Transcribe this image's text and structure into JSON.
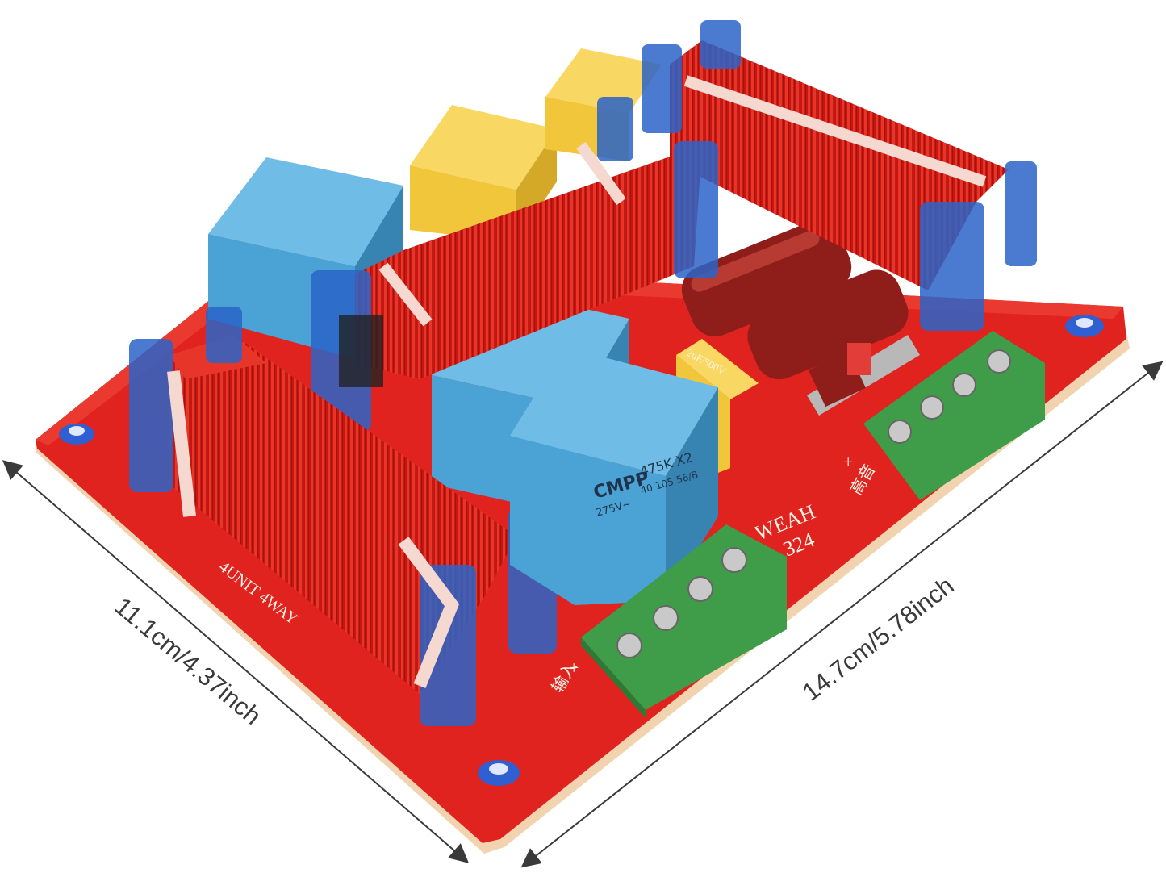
{
  "product": {
    "board_model_line1": "WEAH",
    "board_model_line2": "324",
    "board_edge_label": "4UNIT 4WAY",
    "input_label": "输入",
    "tweeter_label": "高音",
    "plus_sign": "+",
    "capacitor_brand": "CMPP",
    "capacitor_value": "475K X2",
    "capacitor_voltage": "275V~",
    "capacitor_spec": "40/105/56/B",
    "yellow_capacitor_marking": "2uF/500V"
  },
  "dimensions": {
    "width_label": "11.1cm/4.37inch",
    "length_label": "14.7cm/5.78inch"
  },
  "colors": {
    "board": "#e0231f",
    "coil": "#c8150f",
    "blue_cap": "#4aa3d4",
    "yellow_cap": "#f2c63a",
    "brown_cap": "#8f1e1a",
    "terminal": "#3f9c49",
    "tie": "#f5d8cf",
    "bracket": "#2a64c8"
  },
  "icons": [
    "mounting-screw-icon",
    "terminal-screw-icon",
    "arrow-icon"
  ]
}
